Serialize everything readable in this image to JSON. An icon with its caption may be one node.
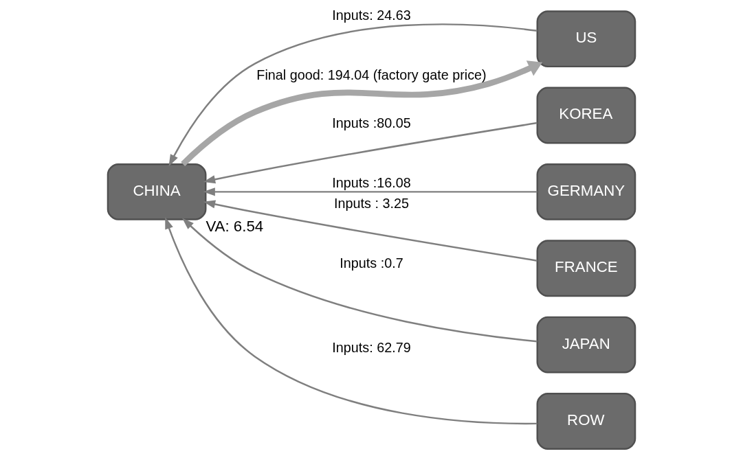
{
  "diagram": {
    "nodes": [
      {
        "text": [
          "US"
        ]
      },
      {
        "text": [
          "CHINA"
        ],
        "beside": [
          "VA: 6.54"
        ]
      },
      {
        "text": [
          "KOREA"
        ]
      },
      {
        "text": [
          "GERMANY"
        ]
      },
      {
        "text": [
          "FRANCE"
        ]
      },
      {
        "text": [
          "JAPAN"
        ]
      },
      {
        "text": [
          "ROW"
        ]
      }
    ],
    "edges": [
      {
        "from": 0,
        "to": 1,
        "arrow": "to",
        "label": "Inputs: 24.63"
      },
      {
        "from": 1,
        "to": 0,
        "arrow": "to",
        "label": "Final good: 194.04 (factory gate price)",
        "style": "thick",
        "color": "#a6a6a6"
      },
      {
        "from": 2,
        "to": 1,
        "arrow": "to",
        "label": "Inputs :80.05"
      },
      {
        "from": 3,
        "to": 1,
        "arrow": "to",
        "label": "Inputs :16.08"
      },
      {
        "from": 4,
        "to": 1,
        "arrow": "to",
        "label": "Inputs : 3.25"
      },
      {
        "from": 5,
        "to": 1,
        "arrow": "to",
        "label": "Inputs :0.7"
      },
      {
        "from": 6,
        "to": 1,
        "arrow": "to",
        "label": "Inputs: 62.79"
      }
    ]
  }
}
